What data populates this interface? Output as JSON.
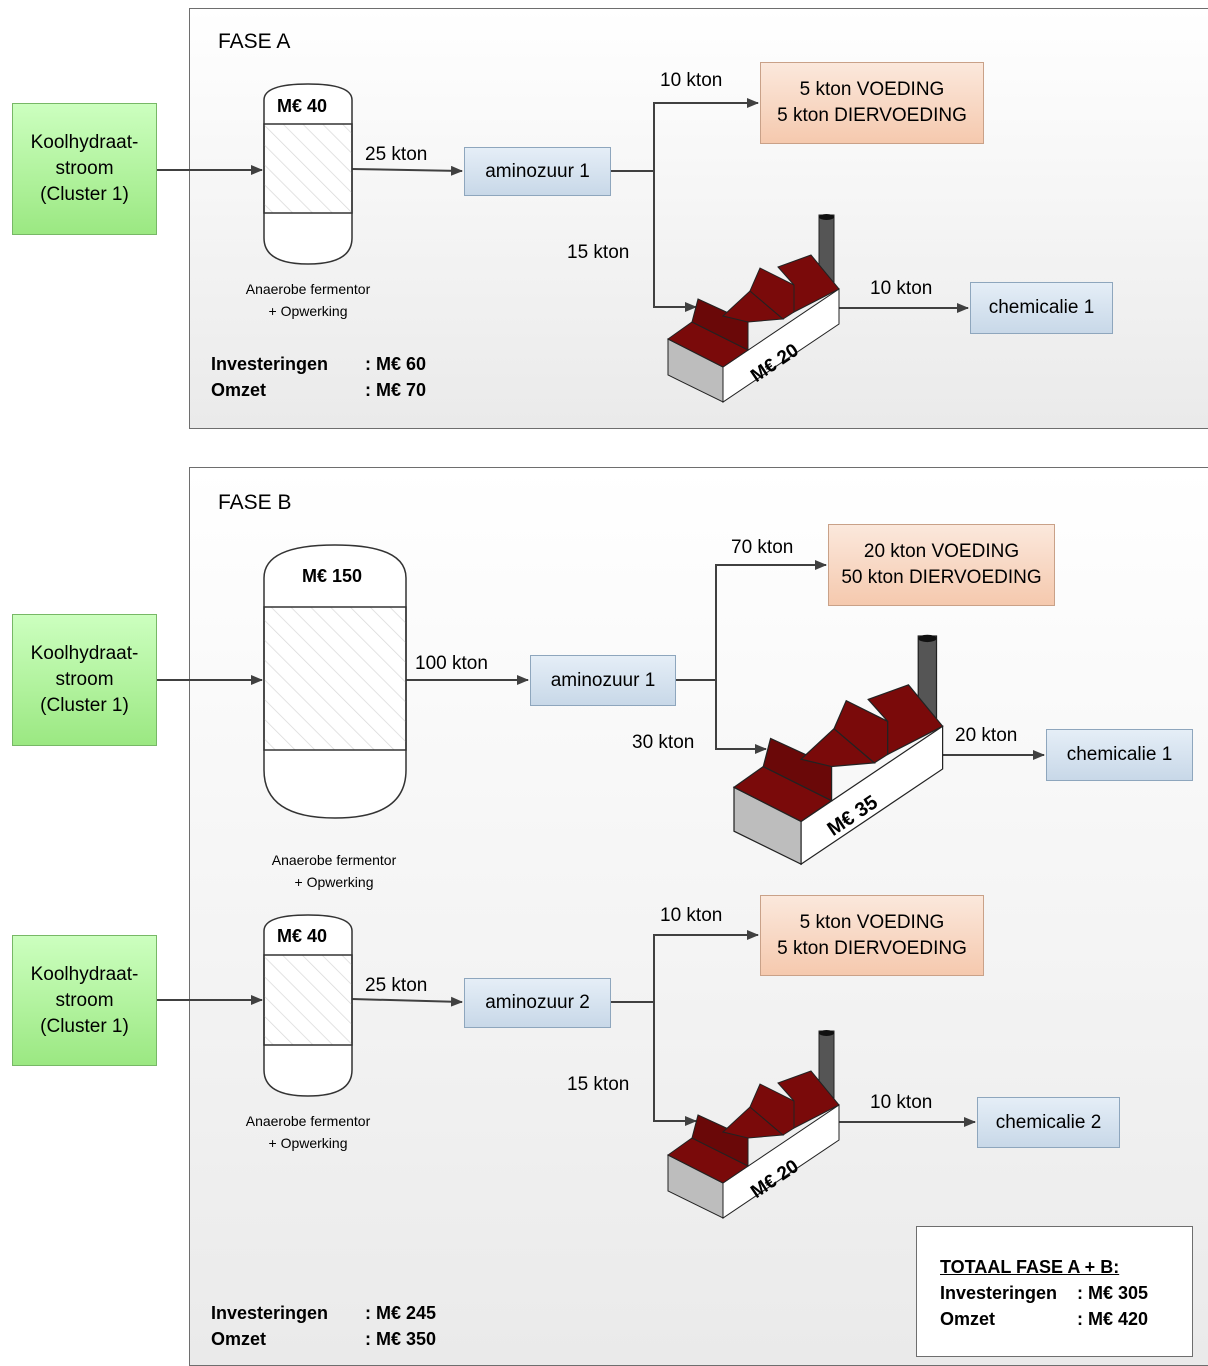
{
  "phase_a": {
    "title": "FASE A",
    "source": "Koolhydraat-\nstroom\n(Cluster 1)",
    "fermentor_cost": "M€ 40",
    "fermentor_label": "Anaerobe fermentor\n+ Opwerking",
    "flow_to_amino": "25 kton",
    "amino": "aminozuur 1",
    "flow_to_food": "10 kton",
    "food": "5 kton VOEDING\n5 kton DIERVOEDING",
    "flow_to_factory": "15 kton",
    "factory_cost": "M€ 20",
    "flow_to_chem": "10 kton",
    "chem": "chemicalie 1",
    "summary": {
      "invest_label": "Investeringen",
      "invest_value": ": M€ 60",
      "turnover_label": "Omzet",
      "turnover_value": ": M€ 70"
    }
  },
  "phase_b": {
    "title": "FASE B",
    "line1": {
      "source": "Koolhydraat-\nstroom\n(Cluster 1)",
      "fermentor_cost": "M€ 150",
      "fermentor_label": "Anaerobe fermentor\n+ Opwerking",
      "flow_to_amino": "100 kton",
      "amino": "aminozuur 1",
      "flow_to_food": "70 kton",
      "food": "20 kton VOEDING\n50 kton DIERVOEDING",
      "flow_to_factory": "30 kton",
      "factory_cost": "M€ 35",
      "flow_to_chem": "20 kton",
      "chem": "chemicalie 1"
    },
    "line2": {
      "source": "Koolhydraat-\nstroom\n(Cluster 1)",
      "fermentor_cost": "M€ 40",
      "fermentor_label": "Anaerobe fermentor\n+ Opwerking",
      "flow_to_amino": "25 kton",
      "amino": "aminozuur 2",
      "flow_to_food": "10 kton",
      "food": "5 kton VOEDING\n5 kton DIERVOEDING",
      "flow_to_factory": "15 kton",
      "factory_cost": "M€ 20",
      "flow_to_chem": "10 kton",
      "chem": "chemicalie 2"
    },
    "summary": {
      "invest_label": "Investeringen",
      "invest_value": ": M€ 245",
      "turnover_label": "Omzet",
      "turnover_value": ": M€ 350"
    }
  },
  "total": {
    "title": "TOTAAL FASE A + B:",
    "invest_label": "Investeringen",
    "invest_value": ": M€ 305",
    "turnover_label": "Omzet",
    "turnover_value": ": M€ 420"
  },
  "colors": {
    "source_fill": "#b4f29f",
    "amino_fill": "#d7e3f0",
    "food_fill": "#f8d8c4",
    "roof": "#7a0a0a",
    "chimney": "#555555",
    "arrow": "#404040"
  }
}
